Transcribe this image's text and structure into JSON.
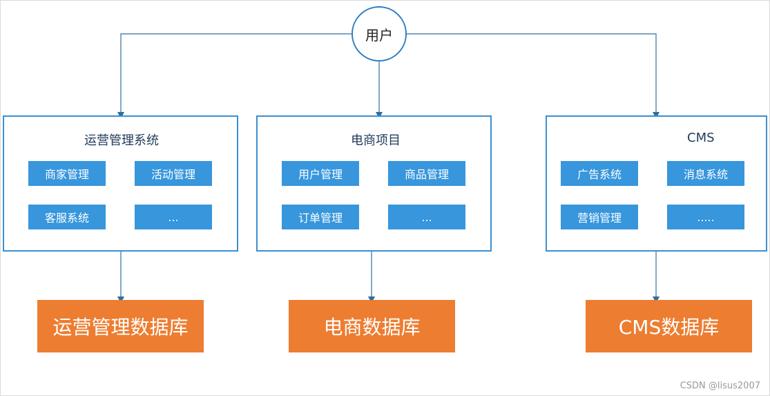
{
  "user_node": {
    "label": "用户"
  },
  "systems": [
    {
      "title": "运营管理系统",
      "modules": [
        "商家管理",
        "活动管理",
        "客服系统",
        "..."
      ]
    },
    {
      "title": "电商项目",
      "modules": [
        "用户管理",
        "商品管理",
        "订单管理",
        "..."
      ]
    },
    {
      "title": "CMS",
      "modules": [
        "广告系统",
        "消息系统",
        "营销管理",
        "....."
      ]
    }
  ],
  "databases": [
    "运营管理数据库",
    "电商数据库",
    "CMS数据库"
  ],
  "watermark": "CSDN @lisus2007",
  "colors": {
    "line": "#2f6f9f",
    "box_border": "#3b8fd0",
    "module_fill": "#3796dc",
    "database_fill": "#ed7d31"
  }
}
